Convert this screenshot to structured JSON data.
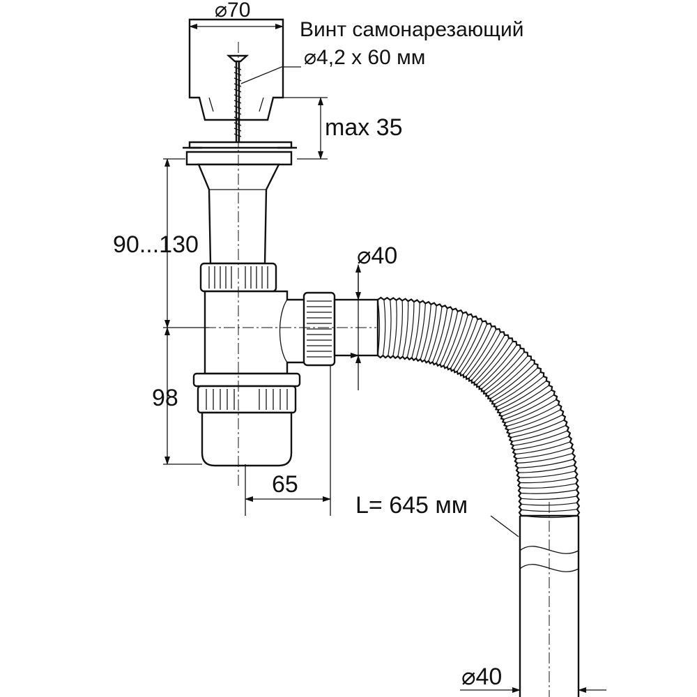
{
  "diagram": {
    "labels": {
      "screw_diameter_top": "⌀70",
      "screw_name": "Винт самонарезающий",
      "screw_size": "⌀4,2 x 60 мм",
      "max_thickness": "max 35",
      "height_range": "90...130",
      "outlet_diameter": "⌀40",
      "trap_height": "98",
      "offset": "65",
      "hose_length": "L= 645 мм",
      "hose_end_diameter": "⌀40"
    },
    "colors": {
      "line": "#111111",
      "background": "#ffffff"
    }
  }
}
